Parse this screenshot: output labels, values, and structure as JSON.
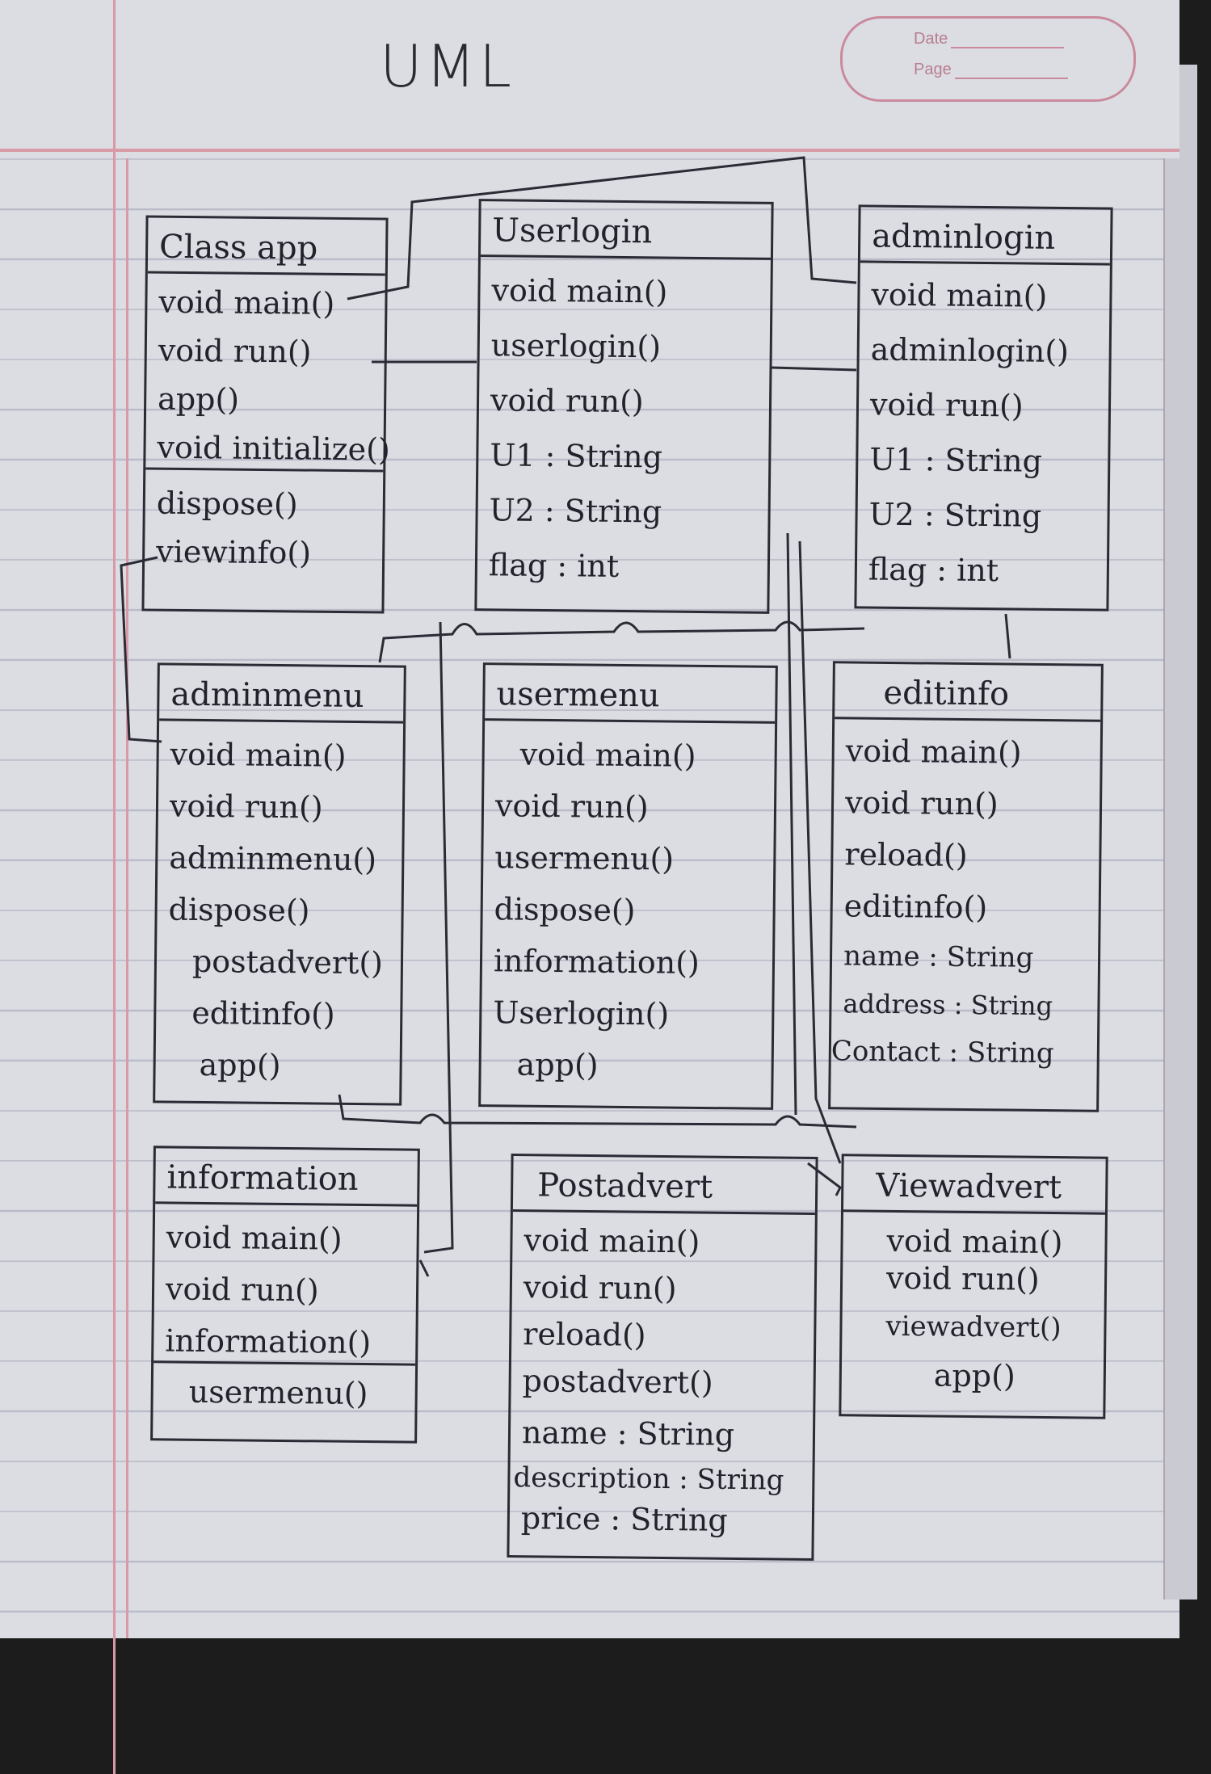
{
  "title": "UML",
  "header": {
    "date_label": "Date",
    "page_label": "Page"
  },
  "classes": [
    {
      "name": "Class app",
      "members": [
        "void main()",
        "void run()",
        "app()",
        "void initialize()",
        "dispose()",
        "viewinfo()"
      ]
    },
    {
      "name": "Userlogin",
      "members": [
        "void main()",
        "userlogin()",
        "void run()",
        "U1 : String",
        "U2 : String",
        "flag : int"
      ]
    },
    {
      "name": "adminlogin",
      "members": [
        "void main()",
        "adminlogin()",
        "void run()",
        "U1 : String",
        "U2 : String",
        "flag : int"
      ]
    },
    {
      "name": "adminmenu",
      "members": [
        "void main()",
        "void run()",
        "adminmenu()",
        "dispose()",
        "postadvert()",
        "editinfo()",
        "app()"
      ]
    },
    {
      "name": "usermenu",
      "members": [
        "void main()",
        "void run()",
        "usermenu()",
        "dispose()",
        "information()",
        "Userlogin()",
        "app()"
      ]
    },
    {
      "name": "editinfo",
      "members": [
        "void main()",
        "void run()",
        "reload()",
        "editinfo()",
        "name : String",
        "address : String",
        "Contact : String"
      ]
    },
    {
      "name": "information",
      "members": [
        "void main()",
        "void run()",
        "information()",
        "usermenu()"
      ]
    },
    {
      "name": "Postadvert",
      "members": [
        "void main()",
        "void run()",
        "reload()",
        "postadvert()",
        "name : String",
        "description : String",
        "price : String"
      ]
    },
    {
      "name": "Viewadvert",
      "members": [
        "void main()",
        "void run()",
        "viewadvert()",
        "app()"
      ]
    }
  ]
}
